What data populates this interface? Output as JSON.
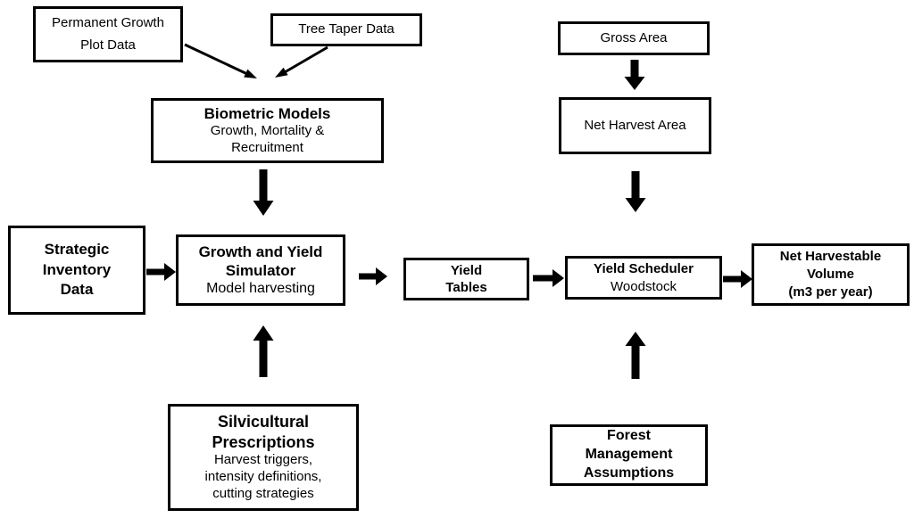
{
  "diagram": {
    "background_color": "#ffffff",
    "line_color": "#000000",
    "nodes": {
      "permanent_growth_plot_data": {
        "line1": "Permanent Growth",
        "line2": "Plot Data"
      },
      "tree_taper_data": {
        "label": "Tree Taper Data"
      },
      "biometric_models": {
        "title": "Biometric Models",
        "sub1": "Growth, Mortality &",
        "sub2": "Recruitment"
      },
      "gross_area": {
        "label": "Gross Area"
      },
      "net_harvest_area": {
        "label": "Net Harvest Area"
      },
      "strategic_inventory_data": {
        "line1": "Strategic",
        "line2": "Inventory",
        "line3": "Data"
      },
      "growth_and_yield_simulator": {
        "title1": "Growth and Yield",
        "title2": "Simulator",
        "sub": "Model harvesting"
      },
      "yield_tables": {
        "line1": "Yield",
        "line2": "Tables"
      },
      "yield_scheduler": {
        "title": "Yield Scheduler",
        "sub": "Woodstock"
      },
      "net_harvestable_volume": {
        "line1": "Net Harvestable",
        "line2": "Volume",
        "line3": "(m3 per year)"
      },
      "silvicultural_prescriptions": {
        "title1": "Silvicultural",
        "title2": "Prescriptions",
        "sub1": "Harvest triggers,",
        "sub2": "intensity definitions,",
        "sub3": "cutting strategies"
      },
      "forest_management_assumptions": {
        "line1": "Forest",
        "line2": "Management",
        "line3": "Assumptions"
      }
    }
  }
}
